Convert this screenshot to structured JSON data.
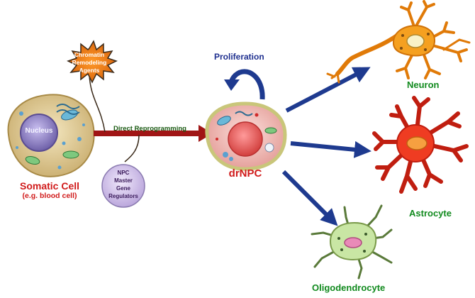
{
  "labels": {
    "somatic_cell": "Somatic Cell",
    "somatic_example": "(e.g. blood cell)",
    "nucleus": "Nucleus",
    "chromatin": [
      "Chromatin",
      "Remodeling",
      "Agents"
    ],
    "npc_regulators": [
      "NPC",
      "Master",
      "Gene",
      "Regulators"
    ],
    "direct_reprogramming": "Direct Reprogramming",
    "proliferation": "Proliferation",
    "drnpc": "drNPC",
    "neuron": "Neuron",
    "astrocyte": "Astrocyte",
    "oligodendrocyte": "Oligodendrocyte"
  },
  "colors": {
    "title_red": "#d01a1a",
    "arrow_blue": "#1e3a8f",
    "label_green": "#118a1e",
    "reprogram_arrow": "#a01515",
    "neuron_orange": "#f08c10",
    "astrocyte_red": "#e8321e",
    "oligo_green": "#b6d98a",
    "cell_tan": "#dcc58e",
    "drnpc_pink": "#f2b8b8",
    "nucleus_purple": "#9a8cc8",
    "chromatin_badge": "#f0a020",
    "regulator_circle": "#cdbde6"
  },
  "icons": [
    "somatic-cell-icon",
    "drnpc-cell-icon",
    "neuron-icon",
    "astrocyte-icon",
    "oligodendrocyte-icon",
    "chromatin-agents-badge",
    "npc-regulators-circle",
    "proliferation-loop-arrow"
  ]
}
